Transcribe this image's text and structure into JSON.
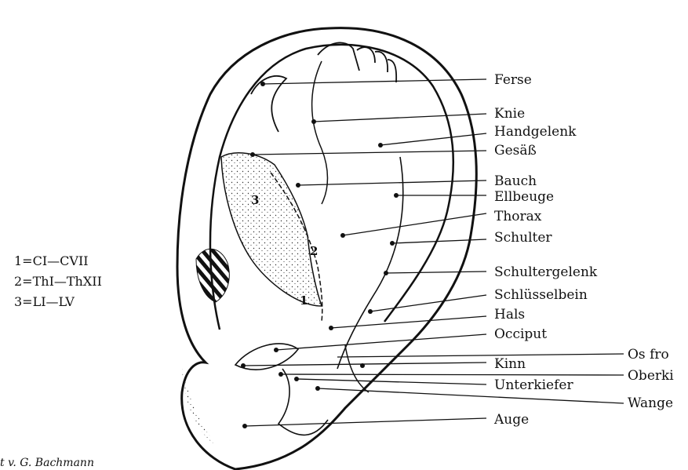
{
  "legend": [
    "1=CI—CVII",
    "2=ThI—ThXII",
    "3=LI—LV"
  ],
  "zone_numbers": [
    "1",
    "2",
    "3"
  ],
  "labels": [
    "Ferse",
    "Knie",
    "Handgelenk",
    "Gesäß",
    "Bauch",
    "Ellbeuge",
    "Thorax",
    "Schulter",
    "Schultergelenk",
    "Schlüsselbein",
    "Hals",
    "Occiput",
    "Os fro",
    "Kinn",
    "Oberki",
    "Unterkiefer",
    "Wange",
    "Auge"
  ],
  "credit": "t v. G. Bachmann"
}
